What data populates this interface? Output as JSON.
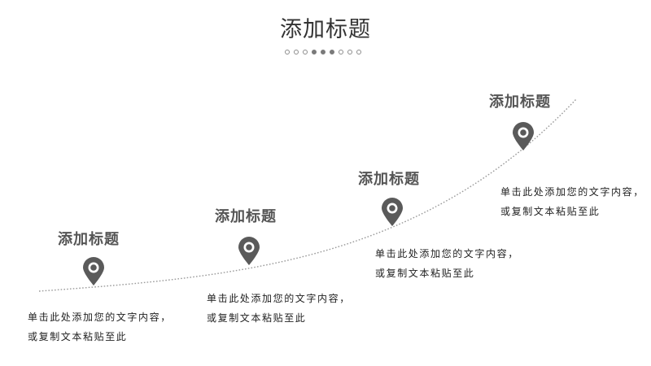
{
  "title": "添加标题",
  "pagination": {
    "total": 9,
    "filled": [
      4,
      5,
      6
    ]
  },
  "steps": [
    {
      "title": "添加标题",
      "line1": "单击此处添加您的文字内容，",
      "line2": "或复制文本粘贴至此"
    },
    {
      "title": "添加标题",
      "line1": "单击此处添加您的文字内容，",
      "line2": "或复制文本粘贴至此"
    },
    {
      "title": "添加标题",
      "line1": "单击此处添加您的文字内容，",
      "line2": "或复制文本粘贴至此"
    },
    {
      "title": "添加标题",
      "line1": "单击此处添加您的文字内容，",
      "line2": "或复制文本粘贴至此"
    }
  ],
  "colors": {
    "pin": "#5a5a5a",
    "curve": "#9a9a9a",
    "heading": "#555555"
  }
}
